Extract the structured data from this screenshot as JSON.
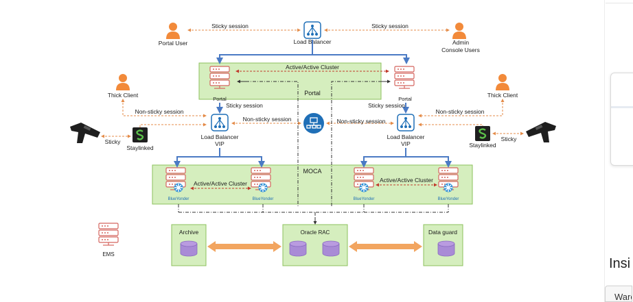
{
  "diagram": {
    "labels": {
      "portal_user": "Portal User",
      "load_balancer_top": "Load Balancer",
      "admin_users_1": "Admin",
      "admin_users_2": "Console Users",
      "sticky_session_left": "Sticky session",
      "sticky_session_right": "Sticky session",
      "portal_cluster": "Active/Active Cluster",
      "portal_title": "Portal",
      "portal_node": "Portal",
      "thick_client": "Thick Client",
      "non_sticky_session": "Non-sticky session",
      "sticky_session": "Sticky session",
      "lb_vip_1": "Load Balancer",
      "lb_vip_2": "VIP",
      "sticky": "Sticky",
      "staylinked": "Staylinked",
      "moca_title": "MOCA",
      "moca_cluster": "Active/Active Cluster",
      "blueyonder": "BlueYonder",
      "ems": "EMS",
      "archive": "Archive",
      "oracle_rac": "Oracle RAC",
      "data_guard": "Data guard"
    },
    "colors": {
      "person": "#f28a3a",
      "green_fill": "#d5eebe",
      "green_border": "#8cc05c",
      "blue_arrow": "#4a7ac4",
      "orange_dashed": "#e48b48",
      "dark_dash": "#333333",
      "server_red": "#d4645e",
      "db_purple": "#a98bd6",
      "lb_blue": "#1f6fb7",
      "staylinked_green": "#3f9b3a"
    }
  },
  "sidebar": {
    "heading": "Insi",
    "chip": "Ware"
  }
}
